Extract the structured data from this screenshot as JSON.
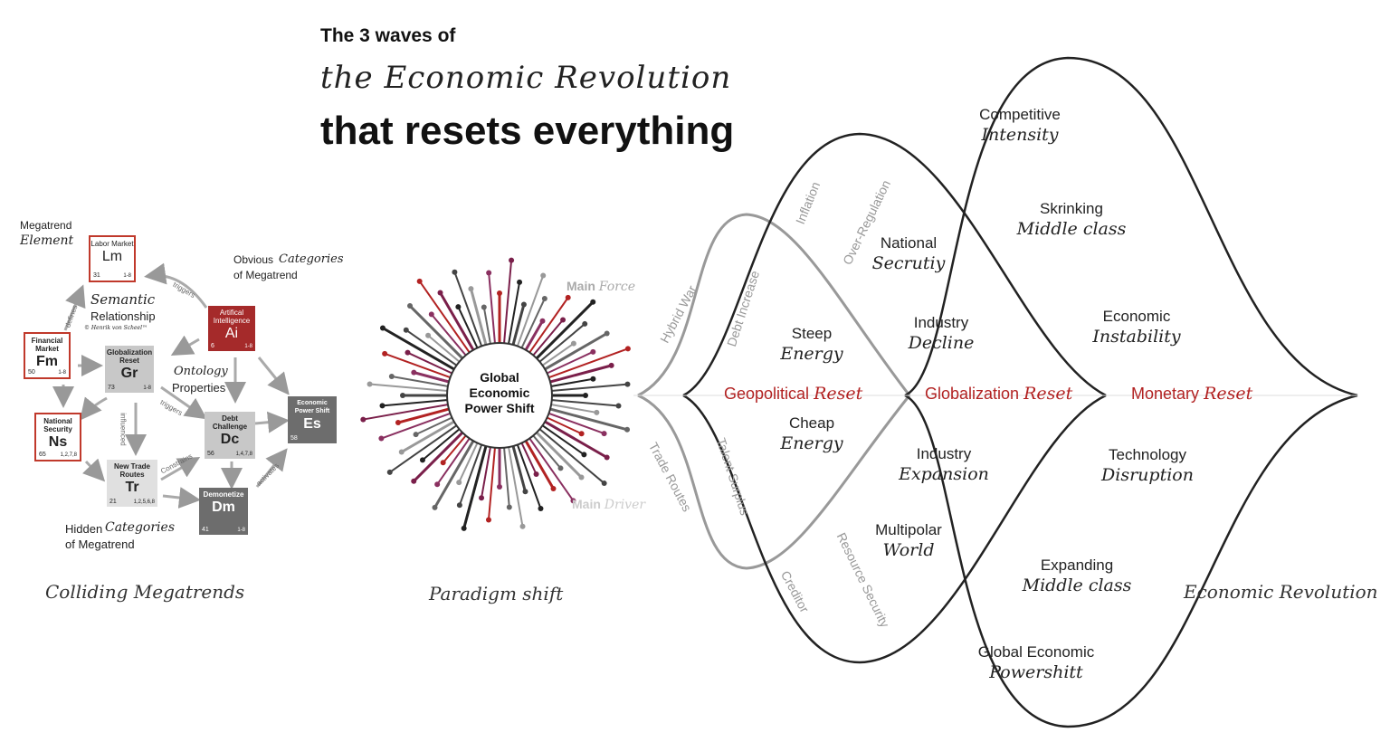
{
  "title": {
    "line1": "The 3 waves of",
    "line2": "the Economic Revolution",
    "line3": "that resets everything"
  },
  "megatrends": {
    "caption": "Colliding Megatrends",
    "element_label_1": "Megatrend",
    "element_label_2": "Element",
    "semantic_1": "Semantic",
    "semantic_2": "Relationship",
    "copyright": "© Henrik von Scheel™",
    "obvious_1": "Obvious",
    "obvious_2": "Categories",
    "obvious_3": "of Megatrend",
    "ontology_1": "Ontology",
    "ontology_2": "Properties",
    "hidden_1": "Hidden",
    "hidden_2": "Categories",
    "hidden_3": "of Megatrend",
    "arrows": {
      "triggers1": "triggers",
      "defines": "defines",
      "influenced": "influenced",
      "triggers2": "triggers",
      "constrains": "Constrains",
      "activates": "activates"
    },
    "elements": [
      {
        "name": "Labor Market",
        "symbol": "Lm",
        "num": "31",
        "grp": "1-8"
      },
      {
        "name": "Financial Market",
        "symbol": "Fm",
        "num": "50",
        "grp": "1-8"
      },
      {
        "name": "Globalization Reset",
        "symbol": "Gr",
        "num": "73",
        "grp": "1-8"
      },
      {
        "name": "Artifical Intelligence",
        "symbol": "Ai",
        "num": "6",
        "grp": "1-8"
      },
      {
        "name": "National Security",
        "symbol": "Ns",
        "num": "65",
        "grp": "1,2,7,8"
      },
      {
        "name": "Debt Challenge",
        "symbol": "Dc",
        "num": "56",
        "grp": "1,4,7,8"
      },
      {
        "name": "Economic Power Shift",
        "symbol": "Es",
        "num": "58",
        "grp": ""
      },
      {
        "name": "New Trade Routes",
        "symbol": "Tr",
        "num": "21",
        "grp": "1,2,5,6,8"
      },
      {
        "name": "Demonetize",
        "symbol": "Dm",
        "num": "41",
        "grp": "1-8"
      }
    ]
  },
  "paradigm": {
    "caption": "Paradigm shift",
    "center_1": "Global",
    "center_2": "Economic",
    "center_3": "Power Shift",
    "main_force_1": "Main",
    "main_force_2": "Force",
    "main_driver_1": "Main",
    "main_driver_2": "Driver"
  },
  "revolution": {
    "caption": "Economic Revolution",
    "resets": [
      {
        "a": "Geopolitical",
        "b": "Reset"
      },
      {
        "a": "Globalization",
        "b": "Reset"
      },
      {
        "a": "Monetary",
        "b": "Reset"
      }
    ],
    "curve_labels": {
      "hybrid_war": "Hybrid War",
      "debt_increase": "Debt Increase",
      "inflation": "Inflation",
      "over_regulation": "Over-Regulation",
      "trade_routes": "Trade Routes",
      "talent_surplus": "Talent Surplus",
      "creditor": "Creditor",
      "resource_security": "Resource Security"
    },
    "labels": [
      {
        "a": "Competitive",
        "b": "Intensity"
      },
      {
        "a": "Skrinking",
        "b": "Middle class"
      },
      {
        "a": "National",
        "b": "Secrutiy"
      },
      {
        "a": "Industry",
        "b": "Decline"
      },
      {
        "a": "Economic",
        "b": "Instability"
      },
      {
        "a": "Steep",
        "b": "Energy"
      },
      {
        "a": "Cheap",
        "b": "Energy"
      },
      {
        "a": "Industry",
        "b": "Expansion"
      },
      {
        "a": "Technology",
        "b": "Disruption"
      },
      {
        "a": "Multipolar",
        "b": "World"
      },
      {
        "a": "Expanding",
        "b": "Middle class"
      },
      {
        "a": "Global Economic",
        "b": "Powershitt"
      }
    ]
  }
}
